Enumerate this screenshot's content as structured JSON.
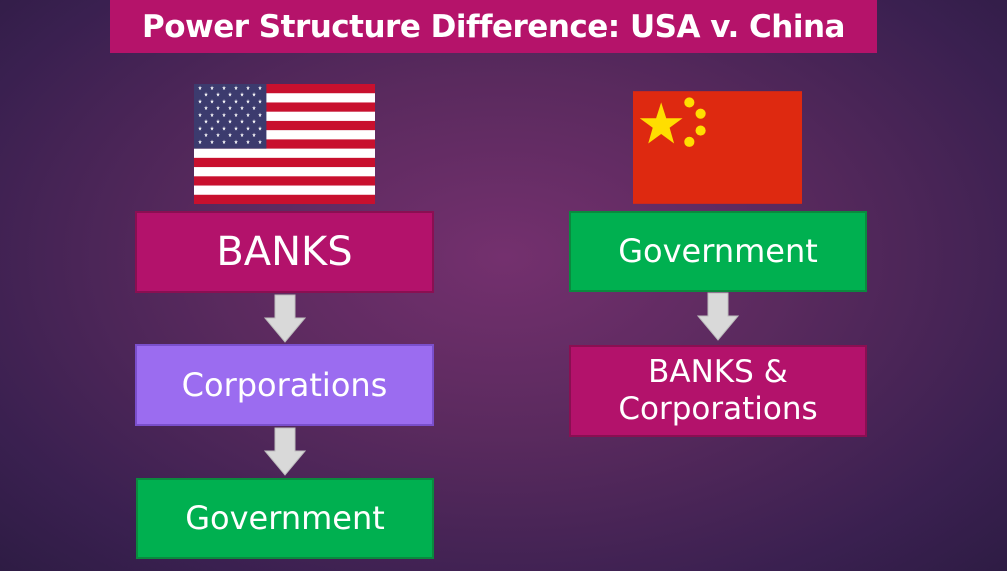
{
  "title": "Power Structure Difference: USA v. China",
  "usa": {
    "flag": "usa-flag",
    "boxes": [
      {
        "label": "BANKS",
        "color": "#b3126b"
      },
      {
        "label": "Corporations",
        "color": "#9b6cf0"
      },
      {
        "label": "Government",
        "color": "#00b050"
      }
    ]
  },
  "china": {
    "flag": "china-flag",
    "boxes": [
      {
        "label": "Government",
        "color": "#00b050"
      },
      {
        "label": "BANKS & Corporations",
        "color": "#b3126b"
      }
    ]
  }
}
